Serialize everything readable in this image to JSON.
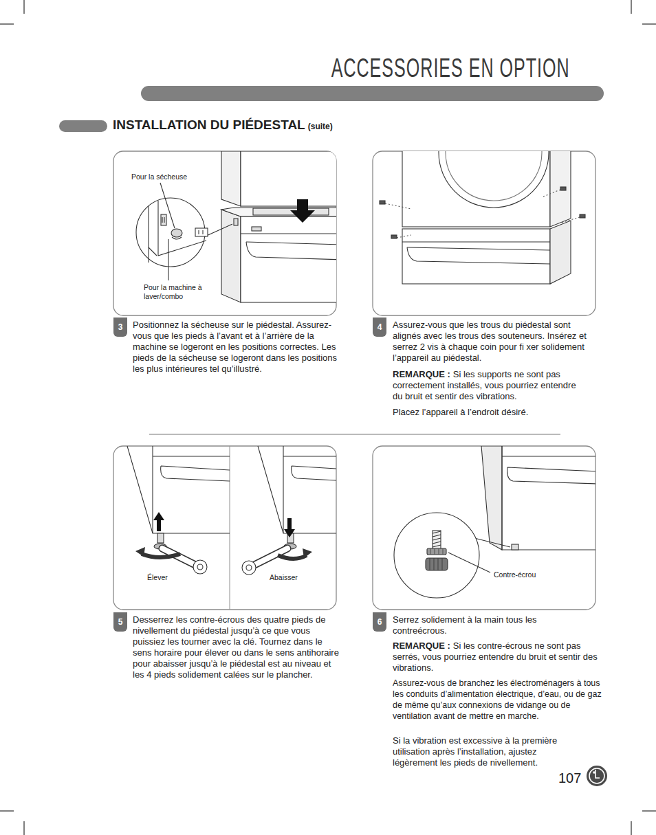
{
  "diagram": {
    "title": "ACCESSORIES EN OPTION",
    "nodes": [
      {
        "text": [
          "3"
        ]
      },
      {
        "text": [
          "4"
        ]
      },
      {
        "text": [
          "5"
        ]
      },
      {
        "text": [
          "6"
        ]
      }
    ],
    "labels": [
      "INSTALLATION DU PIÉDESTAL",
      "(suite)",
      "Pour la sécheuse",
      "Pour la machine à laver/combo",
      "Positionnez la sécheuse sur le piédestal. Assurez-vous que les pieds à l’avant et à l’arrière de la machine se logeront en les positions correctes. Les pieds de la sécheuse se logeront dans les positions les plus intérieures tel qu’illustré.",
      "Assurez-vous que les trous du piédestal sont alignés avec les trous des souteneurs. Insérez et serrez 2 vis à chaque coin pour fi xer solidement l’appareil au piédestal.",
      "REMARQUE :",
      "Si les supports ne sont pas correctement installés, vous pourriez entendre du bruit et sentir des vibrations.",
      "Placez l’appareil à l’endroit désiré.",
      "Élever",
      "Abaisser",
      "Contre-écrou",
      "Desserrez les contre-écrous des quatre pieds de nivellement du piédestal jusqu’à ce que vous puissiez les tourner avec la clé. Tournez dans le sens horaire pour élever ou dans le sens antihoraire pour abaisser jusqu’à le piédestal est au niveau et les 4 pieds solidement calées sur le plancher.",
      "Serrez solidement à la main tous les contreécrous.",
      "REMARQUE :",
      "Si les contre-écrous ne sont pas serrés, vous pourriez entendre du bruit et sentir des vibrations.",
      "Assurez-vous de branchez les électroménagers à tous les conduits d’alimentation électrique, d’eau, ou de gaz de même qu’aux connexions de vidange ou de ventilation avant de mettre en marche.",
      "Si la vibration est excessive à la première utilisation après l’installation, ajustez légèrement les pieds de nivellement.",
      "107"
    ]
  }
}
